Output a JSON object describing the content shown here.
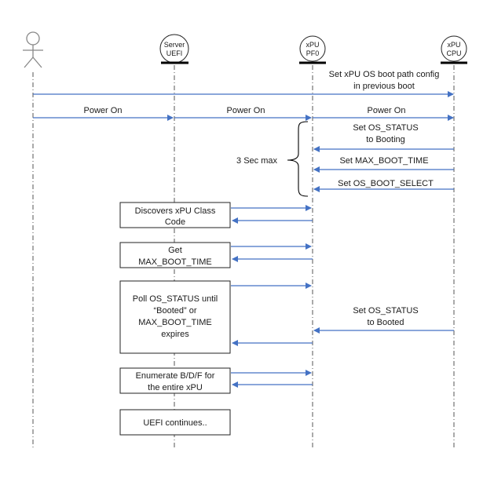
{
  "participants": {
    "server_uefi": [
      "Server",
      "UEFI"
    ],
    "xpu_pf0": [
      "xPU",
      "PF0"
    ],
    "xpu_cpu": [
      "xPU",
      "CPU"
    ]
  },
  "messages": {
    "boot_path_config": [
      "Set xPU OS boot path config",
      "in previous boot"
    ],
    "power_on_1": "Power On",
    "power_on_2": "Power On",
    "power_on_3": "Power On",
    "set_os_status_booting": [
      "Set OS_STATUS",
      "to Booting"
    ],
    "set_max_boot_time": "Set MAX_BOOT_TIME",
    "set_os_boot_select": "Set OS_BOOT_SELECT",
    "set_os_status_booted": [
      "Set OS_STATUS",
      "to Booted"
    ]
  },
  "brace_label": "3 Sec max",
  "steps": {
    "discovers": [
      "Discovers xPU Class",
      "Code"
    ],
    "get_max": [
      "Get",
      "MAX_BOOT_TIME"
    ],
    "poll": [
      "Poll OS_STATUS  until",
      "“Booted” or",
      "MAX_BOOT_TIME",
      "expires"
    ],
    "enumerate": [
      "Enumerate B/D/F for",
      "the entire xPU"
    ],
    "uefi_continues": "UEFI continues.."
  },
  "colors": {
    "arrow": "#4472c4",
    "lifeline": "#555555"
  }
}
